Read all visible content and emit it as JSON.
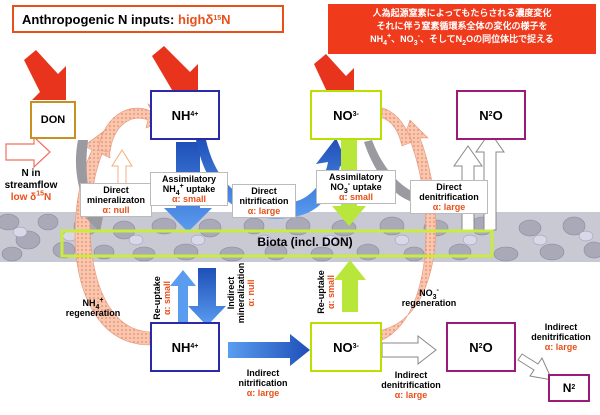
{
  "title": {
    "prefix": "Anthropogenic N inputs: ",
    "high": "high ",
    "delta": "δ",
    "sup": "15",
    "n": "N"
  },
  "jp_note": {
    "line1": "人為起源窒素によってもたらされる濃度変化",
    "line2": "それに伴う窒素循環系全体の変化の様子を",
    "line3a": "NH",
    "line3b": "4",
    "line3c": "+",
    "line3d": "、NO",
    "line3e": "3",
    "line3f": "-",
    "line3g": "、そしてN",
    "line3h": "2",
    "line3i": "Oの同位体比で捉える"
  },
  "boxes": {
    "don": "DON",
    "nh4_top": {
      "base": "NH",
      "sub": "4",
      "sup": "+"
    },
    "no3_top": {
      "base": "NO",
      "sub": "3",
      "sup": "-"
    },
    "n2o_top": {
      "base": "N",
      "sub": "2",
      "rest": "O"
    },
    "biota": "Biota (incl. DON)",
    "nh4_bot": {
      "base": "NH",
      "sub": "4",
      "sup": "+"
    },
    "no3_bot": {
      "base": "NO",
      "sub": "3",
      "sup": "-"
    },
    "n2o_bot": {
      "base": "N",
      "sub": "2",
      "rest": "O"
    },
    "n2_bot": {
      "base": "N",
      "sub": "2"
    }
  },
  "streamflow": {
    "l1": "N in",
    "l2": "streamflow",
    "l3": "low ",
    "delta": "δ",
    "sup": "15",
    "n": "N"
  },
  "labels": {
    "direct_min": {
      "l1": "Direct",
      "l2": "mineralizaton",
      "alpha": "α: null"
    },
    "assim_nh4": {
      "l1": "Assimilatory",
      "l2a": "NH",
      "l2b": "4",
      "l2c": "+",
      "l2d": " uptake",
      "alpha": "α: small"
    },
    "direct_nit": {
      "l1": "Direct",
      "l2": "nitrification",
      "alpha": "α: large"
    },
    "assim_no3": {
      "l1": "Assimilatory",
      "l2a": "NO",
      "l2b": "3",
      "l2c": "-",
      "l2d": " uptake",
      "alpha": "α: small"
    },
    "direct_denit": {
      "l1": "Direct",
      "l2": "denitrification",
      "alpha": "α: large"
    },
    "nh4_regen": {
      "l1a": "NH",
      "l1b": "4",
      "l1c": "+",
      "l2": "regeneration"
    },
    "reuptake_left": {
      "l1": "Re-uptake",
      "alpha": "α: small"
    },
    "indirect_min": {
      "l1": "Indirect",
      "l2": "mineralization",
      "alpha": "α: null"
    },
    "reuptake_right": {
      "l1": "Re-uptake",
      "alpha": "α: small"
    },
    "no3_regen": {
      "l1a": "NO",
      "l1b": "3",
      "l1c": "-",
      "l2": "regeneration"
    },
    "indirect_nit": {
      "l1": "Indirect",
      "l2": "nitrification",
      "alpha": "α: large"
    },
    "indirect_denit": {
      "l1": "Indirect",
      "l2": "denitrification",
      "alpha": "α: large"
    },
    "indirect_denit2": {
      "l1": "Indirect",
      "l2": "denitrification",
      "alpha": "α: large"
    }
  },
  "colors": {
    "red": "#e8501a",
    "arrow_red": "#e8331d",
    "don": "#c8901e",
    "nh4": "#2a2aa8",
    "no3": "#b8e000",
    "n2o": "#9c1a78",
    "blue": "#3d86e0",
    "lime": "#b8e63a",
    "salmon": "#f5a080"
  }
}
